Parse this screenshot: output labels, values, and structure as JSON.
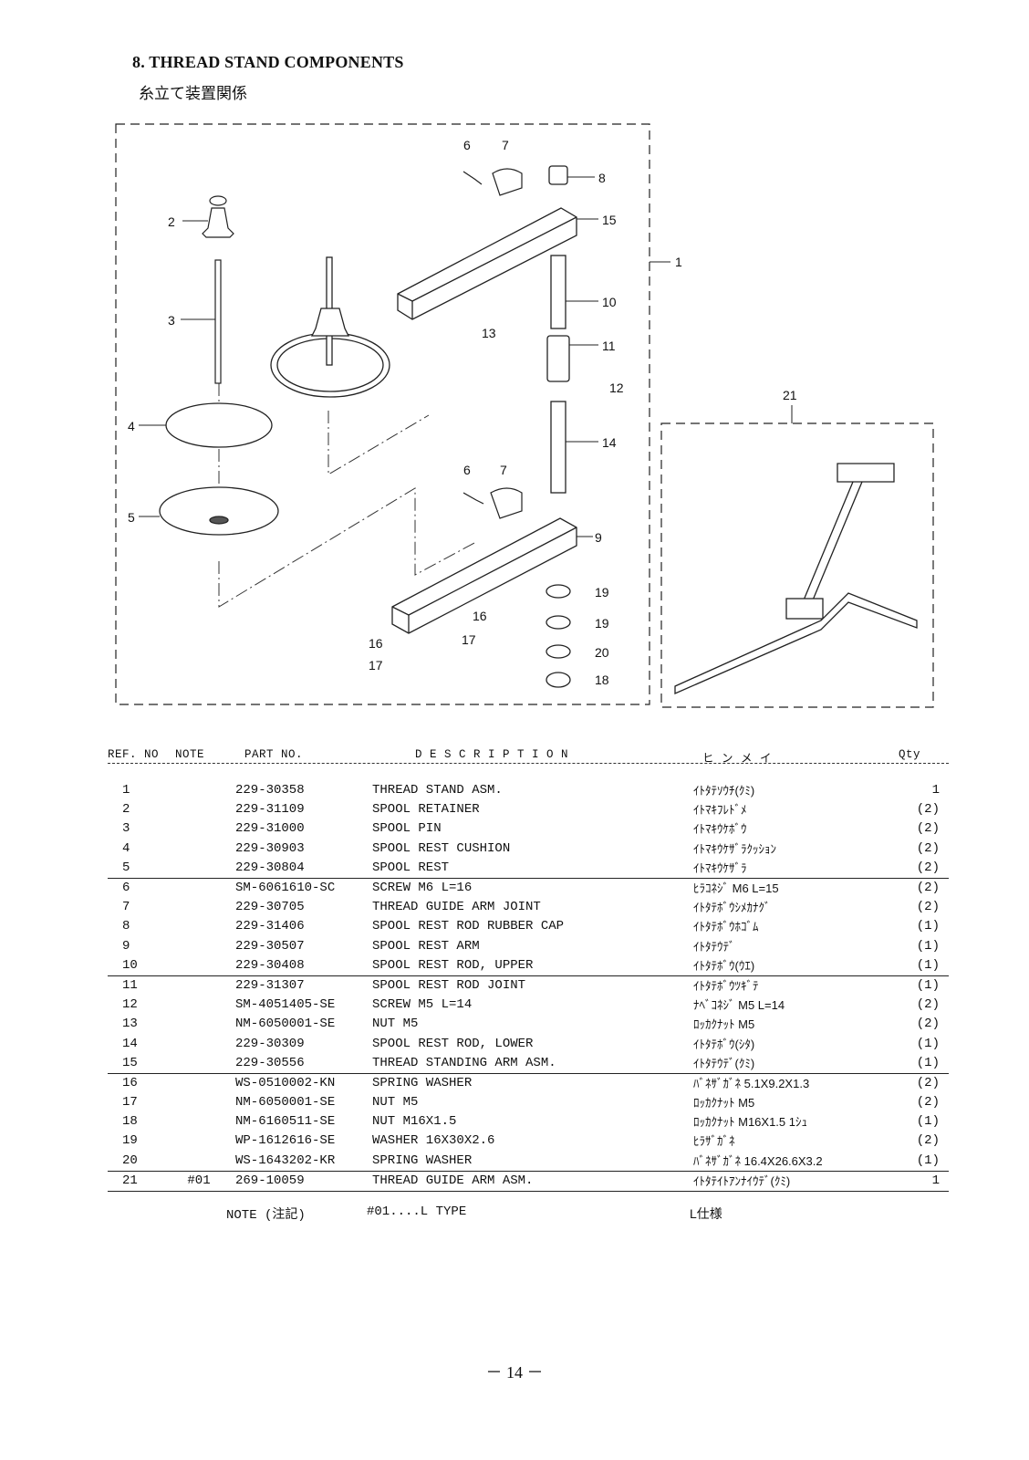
{
  "header": {
    "title": "8. THREAD STAND COMPONENTS",
    "subtitle": "糸立て装置関係"
  },
  "diagram": {
    "callouts": [
      "6",
      "7",
      "8",
      "15",
      "1",
      "2",
      "3",
      "10",
      "13",
      "11",
      "12",
      "21",
      "4",
      "14",
      "6",
      "7",
      "5",
      "9",
      "19",
      "16",
      "19",
      "16",
      "17",
      "20",
      "17",
      "18"
    ]
  },
  "table": {
    "headers": {
      "ref": "REF. NO",
      "note": "NOTE",
      "part": "PART NO.",
      "desc": "D E S C R I P T I O N",
      "kana": "ヒ ン メ イ",
      "qty": "Qty"
    },
    "rows": [
      {
        "ref": "1",
        "note": "",
        "part": "229-30358",
        "desc": "THREAD STAND ASM.",
        "kana": "ｲﾄﾀﾃｿｳﾁ(ｸﾐ)",
        "qty": "1"
      },
      {
        "ref": "2",
        "note": "",
        "part": "229-31109",
        "desc": "SPOOL RETAINER",
        "kana": "ｲﾄﾏｷﾌﾚﾄﾞﾒ",
        "qty": "(2)"
      },
      {
        "ref": "3",
        "note": "",
        "part": "229-31000",
        "desc": "SPOOL PIN",
        "kana": "ｲﾄﾏｷｳｹﾎﾞｳ",
        "qty": "(2)"
      },
      {
        "ref": "4",
        "note": "",
        "part": "229-30903",
        "desc": "SPOOL REST CUSHION",
        "kana": "ｲﾄﾏｷｳｹｻﾞﾗｸｯｼｮﾝ",
        "qty": "(2)"
      },
      {
        "ref": "5",
        "note": "",
        "part": "229-30804",
        "desc": "SPOOL REST",
        "kana": "ｲﾄﾏｷｳｹｻﾞﾗ",
        "qty": "(2)"
      },
      {
        "ref": "6",
        "note": "",
        "part": "SM-6061610-SC",
        "desc": "SCREW M6 L=16",
        "kana": "ﾋﾗｺﾈｼﾞ M6 L=15",
        "qty": "(2)"
      },
      {
        "ref": "7",
        "note": "",
        "part": "229-30705",
        "desc": "THREAD GUIDE ARM JOINT",
        "kana": "ｲﾄﾀﾃﾎﾞｳｼﾒｶﾅｸﾞ",
        "qty": "(2)"
      },
      {
        "ref": "8",
        "note": "",
        "part": "229-31406",
        "desc": "SPOOL REST ROD RUBBER CAP",
        "kana": "ｲﾄﾀﾃﾎﾞｳﾎｺﾞﾑ",
        "qty": "(1)"
      },
      {
        "ref": "9",
        "note": "",
        "part": "229-30507",
        "desc": "SPOOL REST ARM",
        "kana": "ｲﾄﾀﾃｳﾃﾞ",
        "qty": "(1)"
      },
      {
        "ref": "10",
        "note": "",
        "part": "229-30408",
        "desc": "SPOOL REST ROD, UPPER",
        "kana": "ｲﾄﾀﾃﾎﾞｳ(ｳｴ)",
        "qty": "(1)"
      },
      {
        "ref": "11",
        "note": "",
        "part": "229-31307",
        "desc": "SPOOL REST ROD JOINT",
        "kana": "ｲﾄﾀﾃﾎﾞｳﾂｷﾞﾃ",
        "qty": "(1)"
      },
      {
        "ref": "12",
        "note": "",
        "part": "SM-4051405-SE",
        "desc": "SCREW M5 L=14",
        "kana": "ﾅﾍﾞｺﾈｼﾞ M5 L=14",
        "qty": "(2)"
      },
      {
        "ref": "13",
        "note": "",
        "part": "NM-6050001-SE",
        "desc": "NUT M5",
        "kana": "ﾛｯｶｸﾅｯﾄ M5",
        "qty": "(2)"
      },
      {
        "ref": "14",
        "note": "",
        "part": "229-30309",
        "desc": "SPOOL REST ROD, LOWER",
        "kana": "ｲﾄﾀﾃﾎﾞｳ(ｼﾀ)",
        "qty": "(1)"
      },
      {
        "ref": "15",
        "note": "",
        "part": "229-30556",
        "desc": "THREAD STANDING ARM ASM.",
        "kana": "ｲﾄﾀﾃｳﾃﾞ(ｸﾐ)",
        "qty": "(1)"
      },
      {
        "ref": "16",
        "note": "",
        "part": "WS-0510002-KN",
        "desc": "SPRING WASHER",
        "kana": "ﾊﾞﾈｻﾞｶﾞﾈ 5.1X9.2X1.3",
        "qty": "(2)"
      },
      {
        "ref": "17",
        "note": "",
        "part": "NM-6050001-SE",
        "desc": "NUT M5",
        "kana": "ﾛｯｶｸﾅｯﾄ M5",
        "qty": "(2)"
      },
      {
        "ref": "18",
        "note": "",
        "part": "NM-6160511-SE",
        "desc": "NUT M16X1.5",
        "kana": "ﾛｯｶｸﾅｯﾄ M16X1.5 1ｼｭ",
        "qty": "(1)"
      },
      {
        "ref": "19",
        "note": "",
        "part": "WP-1612616-SE",
        "desc": "WASHER 16X30X2.6",
        "kana": "ﾋﾗｻﾞｶﾞﾈ",
        "qty": "(2)"
      },
      {
        "ref": "20",
        "note": "",
        "part": "WS-1643202-KR",
        "desc": "SPRING WASHER",
        "kana": "ﾊﾞﾈｻﾞｶﾞﾈ 16.4X26.6X3.2",
        "qty": "(1)"
      },
      {
        "ref": "21",
        "note": "#01",
        "part": "269-10059",
        "desc": "THREAD GUIDE ARM ASM.",
        "kana": "ｲﾄﾀﾃｲﾄｱﾝﾅｲｳﾃﾞ(ｸﾐ)",
        "qty": "1"
      }
    ]
  },
  "note": {
    "label": "NOTE (注記)",
    "code": "#01....L TYPE",
    "jp": "L仕様"
  },
  "page_number": "－ 14 －"
}
